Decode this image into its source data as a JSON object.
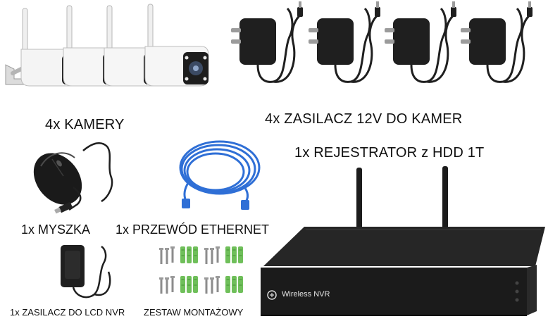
{
  "labels": {
    "cameras": "4x KAMERY",
    "power_supplies": "4x ZASILACZ 12V DO KAMER",
    "recorder": "1x REJESTRATOR z HDD 1T",
    "mouse": "1x MYSZKA",
    "ethernet": "1x PRZEWÓD ETHERNET",
    "nvr_power": "1x ZASILACZ DO LCD NVR",
    "mounting_kit": "ZESTAW MONTAŻOWY"
  },
  "nvr": {
    "brand_text": "Wireless NVR"
  },
  "icons": {
    "cameras": "bullet-camera-icon",
    "power_supplies": "power-adapter-icon",
    "mouse": "mouse-icon",
    "ethernet": "ethernet-cable-icon",
    "nvr_power": "power-adapter-icon",
    "mounting_kit": "screws-anchors-icon",
    "recorder": "nvr-recorder-icon"
  },
  "colors": {
    "cable_blue": "#2f6fd6",
    "anchor_green": "#6fbf5a",
    "device_black": "#1b1b1b",
    "camera_white": "#f2f2f2"
  }
}
